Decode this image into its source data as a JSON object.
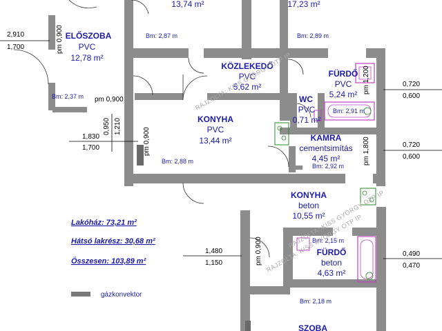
{
  "rooms": {
    "top_left_area": "13,74 m²",
    "top_right_area": "17,23 m²",
    "eloszoba": {
      "name": "ELŐSZOBA",
      "floor": "PVC",
      "area": "12,78 m²"
    },
    "kozlekedo": {
      "name": "KÖZLEKEDŐ",
      "floor": "PVC",
      "area": "5,62 m²"
    },
    "furdo1": {
      "name": "FÜRDŐ",
      "floor": "PVC",
      "area": "5,24 m²"
    },
    "wc": {
      "name": "WC",
      "floor": "PVC",
      "area": "0,71 m²"
    },
    "konyha1": {
      "name": "KONYHA",
      "floor": "PVC",
      "area": "13,44 m²"
    },
    "kamra": {
      "name": "KAMRA",
      "floor": "cementsimítás",
      "area": "4,45 m²"
    },
    "konyha2": {
      "name": "KONYHA",
      "floor": "beton",
      "area": "10,55 m²"
    },
    "furdo2": {
      "name": "FÜRDŐ",
      "floor": "beton",
      "area": "4,63 m²"
    },
    "szoba": {
      "name": "SZOBA"
    }
  },
  "bm": {
    "b1": "Bm: 2,87 m",
    "b2": "Bm: 2,89 m",
    "b3": "Bm: 2,37 m",
    "b4": "Bm: 2,91 m",
    "b5": "Bm: 2,88 m",
    "b6": "Bm: 2,92 m",
    "b7": "Bm: 2,15 m",
    "b8": "Bm: 2,18 m"
  },
  "pm": {
    "p1": "pm 0,900",
    "p2": "pm 0,900",
    "p3": "pm 0,900",
    "p4": "pm 1,800",
    "p5": "pm 0,900",
    "p6": "pm 1,200"
  },
  "dims": {
    "d1_top": "2,910",
    "d1_bot": "1,700",
    "d2_top": "1,830",
    "d2_bot": "1,700",
    "d3_v1": "0,950",
    "d3_v2": "1,210",
    "d4_top": "0,720",
    "d4_bot": "0,600",
    "d5_top": "0,720",
    "d5_bot": "0,600",
    "d6_top": "1,480",
    "d6_bot": "1,150",
    "d7_top": "0,490",
    "d7_bot": "0,470"
  },
  "summary": {
    "lakohaz": "Lakóház: 73,21 m²",
    "hatso": "Hátsó lakrész: 30,68 m²",
    "osszesen": "Összesen: 103,89 m²"
  },
  "legend": {
    "label": "gázkonvektor",
    "swatch_color": "#7a7a7a"
  },
  "watermark": "RAJZOLTA: KISS GYÖRGY OTP IP",
  "colors": {
    "wall": "#8c8c8c",
    "text": "#1a1aa8",
    "fixture": "#c040c0",
    "stove": "#2a8a2a"
  }
}
